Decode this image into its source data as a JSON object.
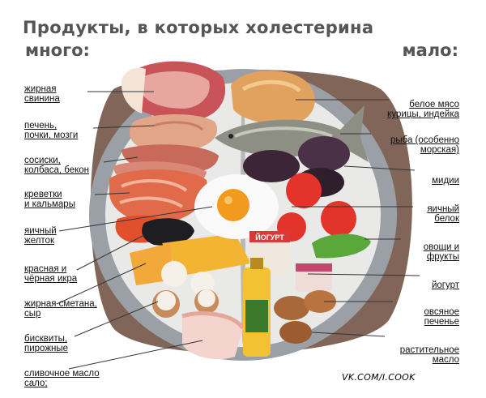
{
  "header": {
    "title": "Продукты, в которых холестерина",
    "left_heading": "много:",
    "right_heading": "мало:"
  },
  "left_items": [
    {
      "lines": [
        "жирная",
        "свинина"
      ]
    },
    {
      "lines": [
        "печень,",
        "почки, мозги"
      ]
    },
    {
      "lines": [
        "сосиски,",
        "колбаса, бекон"
      ]
    },
    {
      "lines": [
        "креветки",
        "и кальмары"
      ]
    },
    {
      "lines": [
        "яичный",
        "желток"
      ]
    },
    {
      "lines": [
        "красная и",
        "чёрная икра"
      ]
    },
    {
      "lines": [
        "жирная сметана,",
        "сыр"
      ]
    },
    {
      "lines": [
        "бисквиты,",
        "пирожные"
      ]
    },
    {
      "lines": [
        "сливочное масло",
        "сало;"
      ]
    }
  ],
  "right_items": [
    {
      "lines": [
        "белое мясо",
        "курицы, индейка"
      ]
    },
    {
      "lines": [
        "рыба (особенно",
        "морская)"
      ]
    },
    {
      "lines": [
        "мидии"
      ]
    },
    {
      "lines": [
        "яичный",
        "белок"
      ]
    },
    {
      "lines": [
        "овощи и",
        "фрукты"
      ]
    },
    {
      "lines": [
        "йогурт"
      ]
    },
    {
      "lines": [
        "овсяное",
        "печенье"
      ]
    },
    {
      "lines": [
        "растительное",
        "масло"
      ]
    }
  ],
  "food_text": {
    "yogurt_label": "ЙОГУРТ"
  },
  "credit": "VK.COM/I.COOK",
  "colors": {
    "text": "#111111",
    "title": "#555555",
    "plate_rim": "#8a8f96",
    "plate_inner": "#e7e7e5",
    "pointer_line": "#333333"
  }
}
